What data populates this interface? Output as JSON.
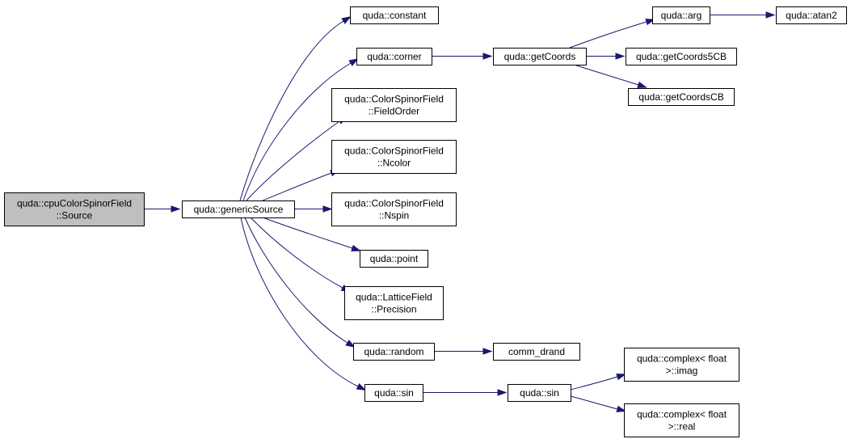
{
  "graph": {
    "edge_color": "#191970",
    "root_fill": "#bfbfbf",
    "node_fill": "#ffffff",
    "nodes": [
      {
        "id": "n0",
        "name": "node-cpucolorspinorfield-source",
        "lines": [
          "quda::cpuColorSpinorField",
          "::Source"
        ],
        "root": true
      },
      {
        "id": "n1",
        "name": "node-genericsource",
        "lines": [
          "quda::genericSource"
        ]
      },
      {
        "id": "n2",
        "name": "node-constant",
        "lines": [
          "quda::constant"
        ]
      },
      {
        "id": "n3",
        "name": "node-corner",
        "lines": [
          "quda::corner"
        ]
      },
      {
        "id": "n4",
        "name": "node-fieldorder",
        "lines": [
          "quda::ColorSpinorField",
          "::FieldOrder"
        ]
      },
      {
        "id": "n5",
        "name": "node-ncolor",
        "lines": [
          "quda::ColorSpinorField",
          "::Ncolor"
        ]
      },
      {
        "id": "n6",
        "name": "node-nspin",
        "lines": [
          "quda::ColorSpinorField",
          "::Nspin"
        ]
      },
      {
        "id": "n7",
        "name": "node-point",
        "lines": [
          "quda::point"
        ]
      },
      {
        "id": "n8",
        "name": "node-precision",
        "lines": [
          "quda::LatticeField",
          "::Precision"
        ]
      },
      {
        "id": "n9",
        "name": "node-random",
        "lines": [
          "quda::random"
        ]
      },
      {
        "id": "n10",
        "name": "node-sin-outer",
        "lines": [
          "quda::sin"
        ]
      },
      {
        "id": "n11",
        "name": "node-getcoords",
        "lines": [
          "quda::getCoords"
        ]
      },
      {
        "id": "n12",
        "name": "node-arg",
        "lines": [
          "quda::arg"
        ]
      },
      {
        "id": "n13",
        "name": "node-atan2",
        "lines": [
          "quda::atan2"
        ]
      },
      {
        "id": "n14",
        "name": "node-getcoords5cb",
        "lines": [
          "quda::getCoords5CB"
        ]
      },
      {
        "id": "n15",
        "name": "node-getcoordscb",
        "lines": [
          "quda::getCoordsCB"
        ]
      },
      {
        "id": "n16",
        "name": "node-comm-drand",
        "lines": [
          "comm_drand"
        ]
      },
      {
        "id": "n17",
        "name": "node-sin-inner",
        "lines": [
          "quda::sin"
        ]
      },
      {
        "id": "n18",
        "name": "node-complex-imag",
        "lines": [
          "quda::complex< float",
          ">::imag"
        ]
      },
      {
        "id": "n19",
        "name": "node-complex-real",
        "lines": [
          "quda::complex< float",
          ">::real"
        ]
      }
    ],
    "edges": [
      {
        "from": "n0",
        "to": "n1"
      },
      {
        "from": "n1",
        "to": "n2"
      },
      {
        "from": "n1",
        "to": "n3"
      },
      {
        "from": "n1",
        "to": "n4"
      },
      {
        "from": "n1",
        "to": "n5"
      },
      {
        "from": "n1",
        "to": "n6"
      },
      {
        "from": "n1",
        "to": "n7"
      },
      {
        "from": "n1",
        "to": "n8"
      },
      {
        "from": "n1",
        "to": "n9"
      },
      {
        "from": "n1",
        "to": "n10"
      },
      {
        "from": "n3",
        "to": "n11"
      },
      {
        "from": "n11",
        "to": "n12"
      },
      {
        "from": "n12",
        "to": "n13"
      },
      {
        "from": "n11",
        "to": "n14"
      },
      {
        "from": "n11",
        "to": "n15"
      },
      {
        "from": "n9",
        "to": "n16"
      },
      {
        "from": "n10",
        "to": "n17"
      },
      {
        "from": "n17",
        "to": "n18"
      },
      {
        "from": "n17",
        "to": "n19"
      }
    ]
  }
}
